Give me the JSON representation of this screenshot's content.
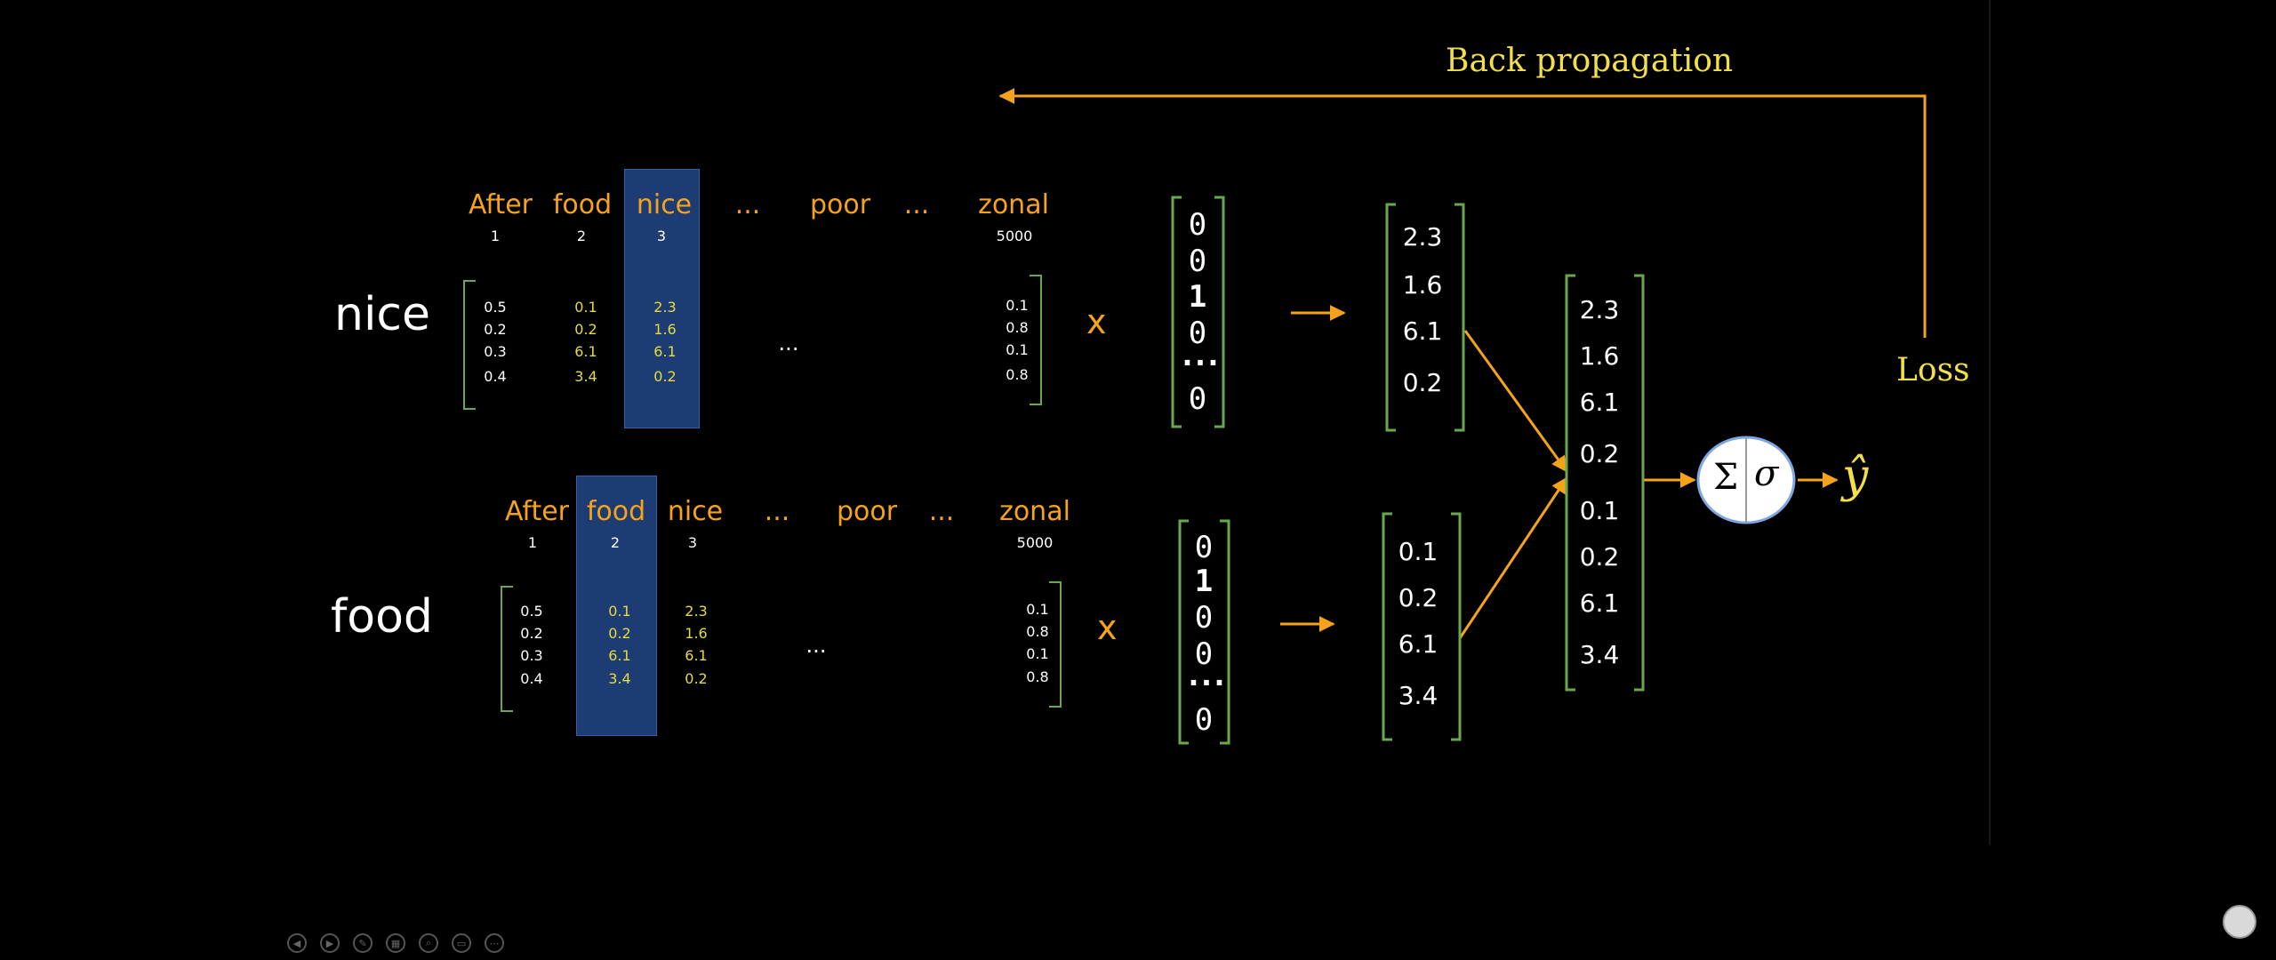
{
  "backprop_label": "Back propagation",
  "loss_label": "Loss",
  "times_symbol": "x",
  "sum_symbol": "Σ",
  "sigma_symbol": "σ",
  "yhat_symbol": "ŷ",
  "ellipsis": "...",
  "top": {
    "word": "nice",
    "headers": [
      "After",
      "food",
      "nice",
      "...",
      "poor",
      "...",
      "zonal"
    ],
    "indices": [
      "1",
      "2",
      "3",
      "5000"
    ],
    "col1": [
      "0.5",
      "0.2",
      "0.3",
      "0.4"
    ],
    "col2": [
      "0.1",
      "0.2",
      "6.1",
      "3.4"
    ],
    "col3": [
      "2.3",
      "1.6",
      "6.1",
      "0.2"
    ],
    "col_last": [
      "0.1",
      "0.8",
      "0.1",
      "0.8"
    ],
    "onehot": [
      "0",
      "0",
      "1",
      "0",
      "...",
      "0"
    ],
    "embedding": [
      "2.3",
      "1.6",
      "6.1",
      "0.2"
    ]
  },
  "bottom": {
    "word": "food",
    "headers": [
      "After",
      "food",
      "nice",
      "...",
      "poor",
      "...",
      "zonal"
    ],
    "indices": [
      "1",
      "2",
      "3",
      "5000"
    ],
    "col1": [
      "0.5",
      "0.2",
      "0.3",
      "0.4"
    ],
    "col2": [
      "0.1",
      "0.2",
      "6.1",
      "3.4"
    ],
    "col3": [
      "2.3",
      "1.6",
      "6.1",
      "0.2"
    ],
    "col_last": [
      "0.1",
      "0.8",
      "0.1",
      "0.8"
    ],
    "onehot": [
      "0",
      "1",
      "0",
      "0",
      "...",
      "0"
    ],
    "embedding": [
      "0.1",
      "0.2",
      "6.1",
      "3.4"
    ]
  },
  "concat": [
    "2.3",
    "1.6",
    "6.1",
    "0.2",
    "0.1",
    "0.2",
    "6.1",
    "3.4"
  ],
  "colors": {
    "orange": "#f5a31a",
    "yellow": "#e6dc3c",
    "bracket": "#6aa84f",
    "highlight": "#1d3c73"
  }
}
